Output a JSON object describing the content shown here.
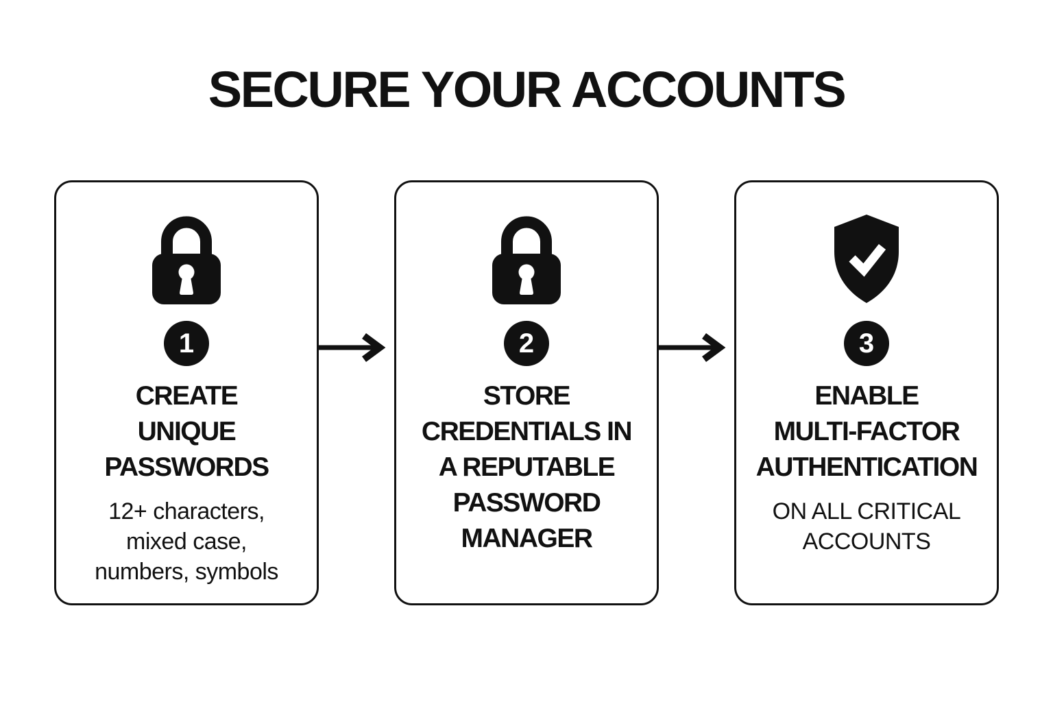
{
  "title": "SECURE YOUR ACCOUNTS",
  "colors": {
    "ink": "#111111",
    "background": "#ffffff"
  },
  "steps": [
    {
      "number": "1",
      "icon": "padlock-icon",
      "heading": "CREATE\nUNIQUE\nPASSWORDS",
      "subtext": "12+ characters,\nmixed case,\nnumbers, symbols"
    },
    {
      "number": "2",
      "icon": "padlock-icon",
      "heading": "STORE\nCREDENTIALS IN\nA REPUTABLE\nPASSWORD\nMANAGER",
      "subtext": ""
    },
    {
      "number": "3",
      "icon": "shield-check-icon",
      "heading": "ENABLE\nMULTI-FACTOR\nAUTHENTICATION",
      "subtext": "ON ALL CRITICAL\nACCOUNTS"
    }
  ]
}
